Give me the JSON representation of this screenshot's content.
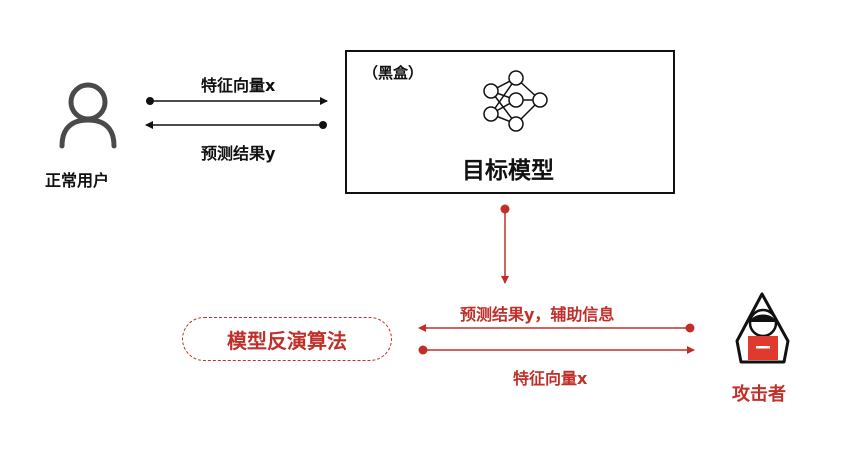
{
  "user": {
    "label": "正常用户"
  },
  "top_flow": {
    "request_label": "特征向量x",
    "response_label": "预测结果y"
  },
  "target_model": {
    "blackbox_tag": "（黑盒）",
    "title": "目标模型"
  },
  "attack_flow": {
    "response_label": "预测结果y，辅助信息",
    "request_label": "特征向量x"
  },
  "inversion": {
    "label": "模型反演算法"
  },
  "attacker": {
    "label": "攻击者"
  },
  "colors": {
    "accent_red": "#c0302a",
    "ink": "#111111"
  }
}
